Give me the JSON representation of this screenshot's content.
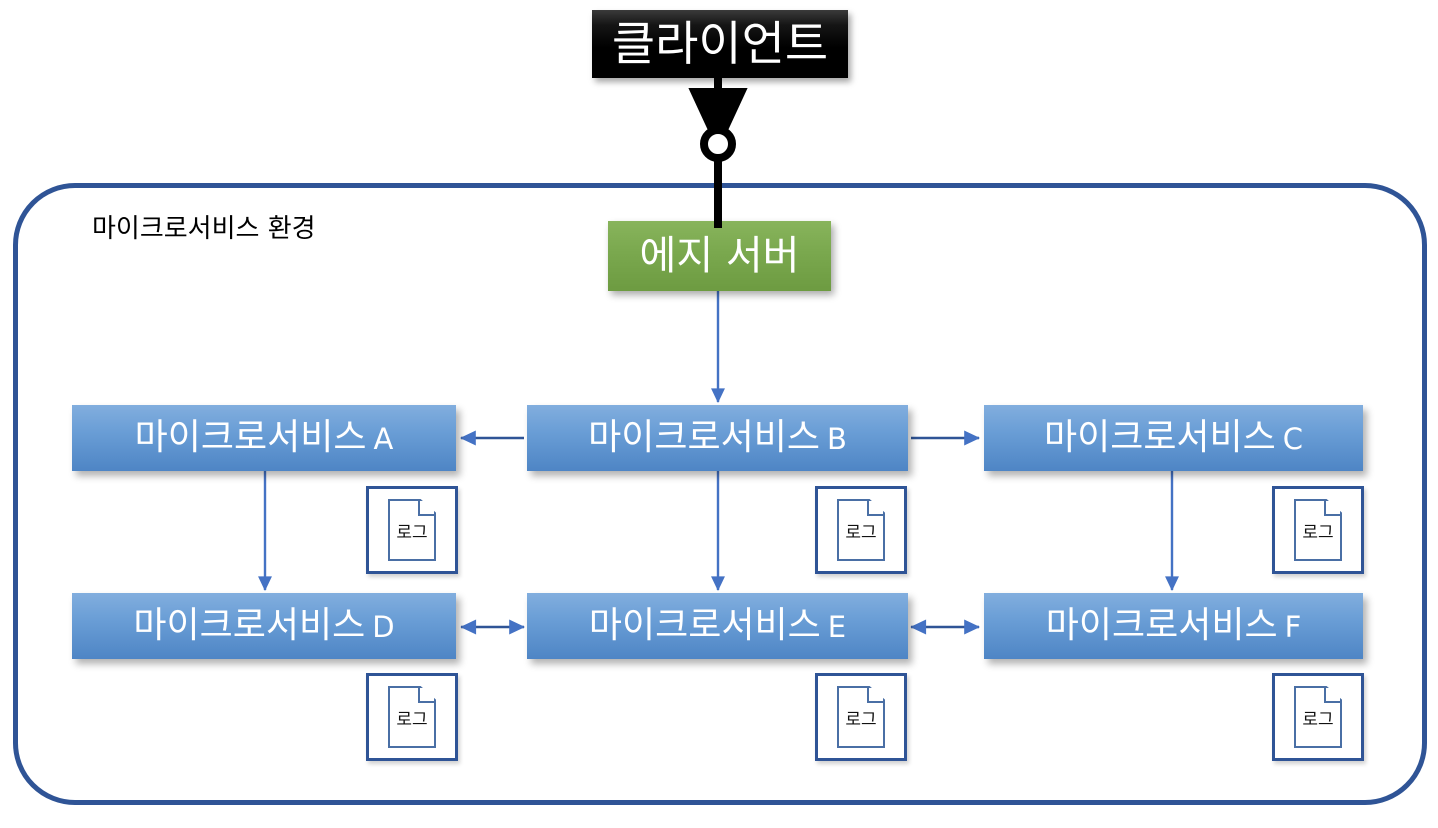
{
  "diagram": {
    "client": {
      "label": "클라이언트"
    },
    "edge_server": {
      "label": "에지 서버"
    },
    "container": {
      "label": "마이크로서비스 환경"
    },
    "log_label": "로그",
    "services": [
      {
        "id": "a",
        "name": "마이크로서비스",
        "suffix": "A"
      },
      {
        "id": "b",
        "name": "마이크로서비스",
        "suffix": "B"
      },
      {
        "id": "c",
        "name": "마이크로서비스",
        "suffix": "C"
      },
      {
        "id": "d",
        "name": "마이크로서비스",
        "suffix": "D"
      },
      {
        "id": "e",
        "name": "마이크로서비스",
        "suffix": "E"
      },
      {
        "id": "f",
        "name": "마이크로서비스",
        "suffix": "F"
      }
    ],
    "colors": {
      "client_fill": "#000000",
      "edge_fill": "#7aa84e",
      "service_fill": "#6a9ed6",
      "container_border": "#2f5496",
      "arrow_blue": "#4472c4",
      "arrow_black": "#000000",
      "log_border": "#2f5496"
    }
  }
}
